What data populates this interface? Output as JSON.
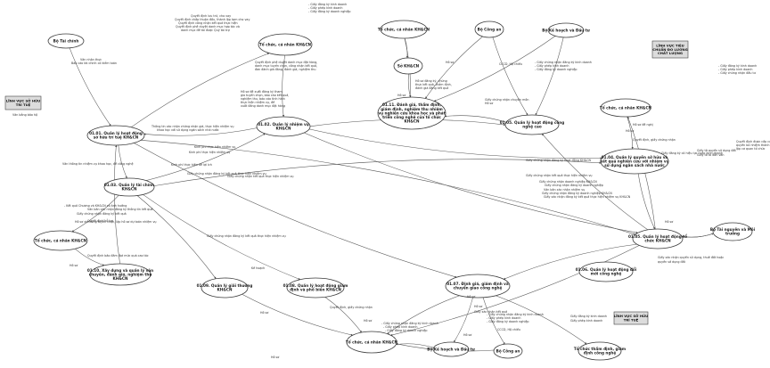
{
  "nodes": [
    {
      "id": "n1",
      "text": [
        "Bộ Tài chính"
      ]
    },
    {
      "id": "n2",
      "text": [
        "Tổ chức, cá nhân KH&CN"
      ]
    },
    {
      "id": "n3",
      "text": [
        "01.01. Quản lý hoạt động",
        "sở hữu trí tuệ KH&CN"
      ]
    },
    {
      "id": "n4",
      "text": [
        "01.02. Quản lý nhiệm vụ",
        "KH&CN"
      ]
    },
    {
      "id": "n5",
      "text": [
        "01.03. Quản lý tài chính",
        "KH&CN"
      ]
    },
    {
      "id": "n6",
      "text": [
        "Tổ chức, cá nhân KH&CN"
      ]
    },
    {
      "id": "n7",
      "text": [
        "01.10. Xây dựng và quản lý văn",
        "chuyên, đánh giá, nghiệm thu",
        "KH&CN"
      ]
    },
    {
      "id": "n8",
      "text": [
        "Tổ chức, cá nhân KH&CN"
      ]
    },
    {
      "id": "n9",
      "text": [
        "Sở KH&CN"
      ]
    },
    {
      "id": "n10",
      "text": [
        "01.11. Đánh giá, thẩm định,",
        "giám định, nghiệm thu nhiệm",
        "vụ nghiên cứu khoa học và phát",
        "triển công nghệ của tổ chức",
        "KH&CN"
      ]
    },
    {
      "id": "n11",
      "text": [
        "Bộ Công an"
      ]
    },
    {
      "id": "n12",
      "text": [
        "Bộ Kế hoạch và Đầu tư"
      ]
    },
    {
      "id": "n13",
      "text": [
        "01.05. Quản lý hoạt động công",
        "nghệ cao"
      ]
    },
    {
      "id": "n14",
      "text": [
        "Tổ chức, cá nhân KH&CN"
      ]
    },
    {
      "id": "n15",
      "text": [
        "01.04. Quản lý quyền sở hữu và",
        "kết quả nghiên cứu với nhiệm vụ",
        "sử dụng ngân sách nhà nước"
      ]
    },
    {
      "id": "n16",
      "text": [
        "01.05. Quản lý hoạt động tổ",
        "chức KH&CN"
      ]
    },
    {
      "id": "n17",
      "text": [
        "Bộ Tài nguyên và Môi",
        "trường"
      ]
    },
    {
      "id": "n18",
      "text": [
        "01.06. Quản lý hoạt động đổi",
        "mới công nghệ"
      ]
    },
    {
      "id": "n19",
      "text": [
        "01.09. Quản lý giải thưởng",
        "KH&CN"
      ]
    },
    {
      "id": "n20",
      "text": [
        "01.08. Quản lý hoạt động giám",
        "định và phổ biến KH&CN"
      ]
    },
    {
      "id": "n21",
      "text": [
        "01.07. Định giá, giám định và",
        "chuyển giao công nghệ"
      ]
    },
    {
      "id": "n22",
      "text": [
        "Tổ chức, cá nhân KH&CN"
      ]
    },
    {
      "id": "n23",
      "text": [
        "Bộ Kế hoạch và Đầu tư"
      ]
    },
    {
      "id": "n24",
      "text": [
        "Bộ Công an"
      ]
    },
    {
      "id": "n25",
      "text": [
        "Tổ chức thẩm định, giám",
        "định công nghệ"
      ]
    }
  ],
  "boxes": [
    {
      "id": "b1",
      "text": [
        "LĨNH VỰC SỞ HỮU",
        "TRÍ TUỆ"
      ]
    },
    {
      "id": "b2",
      "text": [
        "LĨNH VỰC TIÊU",
        "CHUẨN ĐO LƯỜNG",
        "CHẤT LƯỢNG"
      ]
    },
    {
      "id": "b3",
      "text": [
        "LĨNH VỰC SỞ HỮU",
        "TRÍ TUỆ"
      ]
    }
  ],
  "labels": [
    {
      "id": "l1",
      "text": "- Giấy đăng ký kinh doanh"
    },
    {
      "id": "l2",
      "text": "- Giấy phép kinh doanh"
    },
    {
      "id": "l3",
      "text": "- Giấy đăng ký doanh nghiệp"
    },
    {
      "id": "l4",
      "text": "Quyết định lưu trữ, cho vay"
    },
    {
      "id": "l5",
      "text": "Quyết định chấp thuận đầu, thành lập tạm cho vay"
    },
    {
      "id": "l6",
      "text": "Quyết định công nhận kết quả thực hiện"
    },
    {
      "id": "l7",
      "text": "Quyết định phê duyệt danh mục hợp tác và"
    },
    {
      "id": "l8",
      "text": "danh mục đề tài được Quỹ tài trợ"
    },
    {
      "id": "l9",
      "text": "Văn nhận thực"
    },
    {
      "id": "l10",
      "text": "Báo cáo tài chính có kiểm toán"
    },
    {
      "id": "l11",
      "text": "Văn bằng bảo hộ"
    },
    {
      "id": "l12",
      "text": "Quyết định phê duyệt danh mục đặt hàng,"
    },
    {
      "id": "l13",
      "text": "danh mục tuyển chọn, công nhận kết quả,"
    },
    {
      "id": "l14",
      "text": "đơn đánh giá đăng, đánh giá, nghiệm thu"
    },
    {
      "id": "l15",
      "text": "Hồ sơ đề xuất đăng ký tham"
    },
    {
      "id": "l16",
      "text": "gia tuyển chọn, báo cáo kết quả,"
    },
    {
      "id": "l17",
      "text": "nghiệm thu, báo cáo tình hình"
    },
    {
      "id": "l18",
      "text": "thực hiện nhiệm vụ, đề"
    },
    {
      "id": "l19",
      "text": "xuất đăng danh mục đặt hàng"
    },
    {
      "id": "l20",
      "text": "Thông tin xác nhận chứng nhận giá, thực hiện nhiệm vụ"
    },
    {
      "id": "l21",
      "text": "khoa học với sử dụng ngân sách nhà nước"
    },
    {
      "id": "l22",
      "text": "Kinh phí thực hiện nhiệm vụ"
    },
    {
      "id": "l23",
      "text": "Kinh phí thực hiện nhiệm vụ"
    },
    {
      "id": "l24",
      "text": "Văn thông tin nhiệm vụ khoa học, đề công nghệ"
    },
    {
      "id": "l25",
      "text": "Kinh phí thực hiện đề lợi ích"
    },
    {
      "id": "l26",
      "text": "- Kết quả Chương và KH&CN có ảnh hưởng"
    },
    {
      "id": "l27",
      "text": "Giấy chứng nhận đăng ký kết quả thực hiện nhiệm vụ"
    },
    {
      "id": "l28",
      "text": "Giấy chứng nhận đăng ký kết quả thực hiện nhiệm vụ"
    },
    {
      "id": "l29",
      "text": "Kế hoạch"
    },
    {
      "id": "l30",
      "text": "Văn bản xác nhận đăng ký thông tin kết quả"
    },
    {
      "id": "l31",
      "text": "Giấy chứng nhận đăng ký kết quả"
    },
    {
      "id": "l32",
      "text": "Quyết định hỗ trợ"
    },
    {
      "id": "l33",
      "text": "Quyết định bảo đảm đạt mức quá cao tác"
    },
    {
      "id": "l34",
      "text": "Hồ sơ"
    },
    {
      "id": "l35",
      "text": "Giấy chứng nhận kết quả thực hiện nhiệm vụ"
    },
    {
      "id": "l36",
      "text": "Hồ sơ xin dùng tuyển chọn, lập hồ sơ dự toán nhiệm vụ"
    },
    {
      "id": "l37",
      "text": "Hồ sơ"
    },
    {
      "id": "l38",
      "text": "Hồ sơ đăng ký, chứng"
    },
    {
      "id": "l39",
      "text": "thực kết quả, thẩm định,"
    },
    {
      "id": "l40",
      "text": "đánh giá đăng kết quả"
    },
    {
      "id": "l41",
      "text": "Hồ sơ"
    },
    {
      "id": "l42",
      "text": "CCCD, Hộ chiếu"
    },
    {
      "id": "l43",
      "text": "- Giấy chứng nhận đăng ký kinh doanh"
    },
    {
      "id": "l44",
      "text": "- Giấy phép kinh doanh"
    },
    {
      "id": "l45",
      "text": "- Giấy đăng ký doanh nghiệp"
    },
    {
      "id": "l46",
      "text": "Giấy chứng nhận chuyên môn"
    },
    {
      "id": "l47",
      "text": "Hồ sơ"
    },
    {
      "id": "l48",
      "text": "Giấy chứng nhận đăng ký hoạt động KH&CN"
    },
    {
      "id": "l49",
      "text": "Giấy chứng nhận kết quả thực hiện nhiệm vụ"
    },
    {
      "id": "l50",
      "text": "Giấy chứng nhận doanh nghiệp KH&CN"
    },
    {
      "id": "l51",
      "text": "Hồ sơ đề nghị"
    },
    {
      "id": "l52",
      "text": "Hồ sơ"
    },
    {
      "id": "l53",
      "text": "Quyết định, giấy chứng nhận"
    },
    {
      "id": "l54",
      "text": "- Giấy đăng ký kinh doanh"
    },
    {
      "id": "l55",
      "text": "- Giấy phép kinh doanh"
    },
    {
      "id": "l56",
      "text": "- Giấy chứng nhận đầu tư"
    },
    {
      "id": "l57",
      "text": "Giấy đăng ký có hiệu lực hoặc kinh doanh"
    },
    {
      "id": "l58",
      "text": "Quyết định được cấp có thẩm"
    },
    {
      "id": "l59",
      "text": "quyền bổ nhiệm thành"
    },
    {
      "id": "l60",
      "text": "lập cơ quan tổ chức"
    },
    {
      "id": "l61",
      "text": "Giấy tờ quyền sử dụng đất"
    },
    {
      "id": "l62",
      "text": "Giấy tờ tổ đơn văn"
    },
    {
      "id": "l63",
      "text": "Giấy xác nhận quyền sử dụng, thuê đất hoặc"
    },
    {
      "id": "l64",
      "text": "quyền sở dụng đất"
    },
    {
      "id": "l65",
      "text": "Hồ sơ"
    },
    {
      "id": "l66",
      "text": "Văn bản xác nhận nhiệm vụ"
    },
    {
      "id": "l67",
      "text": "Giấy chứng nhận đăng ký doanh nghiệp"
    },
    {
      "id": "l68",
      "text": "Giấy chứng nhận đăng ký doanh nghiệp KH&CN"
    },
    {
      "id": "l69",
      "text": "Giấy xác nhận đăng ký kết quả thực hiện nhiệm vụ KH&CN"
    },
    {
      "id": "l70",
      "text": "Hồ sơ"
    },
    {
      "id": "l71",
      "text": "Giấy xác nhận kết quả"
    },
    {
      "id": "l72",
      "text": "- Giấy chứng nhận đăng ký kinh doanh"
    },
    {
      "id": "l73",
      "text": "- Giấy phép kinh doanh"
    },
    {
      "id": "l74",
      "text": "- Giấy đăng ký doanh nghiệp"
    },
    {
      "id": "l75",
      "text": "Hồ sơ"
    },
    {
      "id": "l76",
      "text": "CCCD, Hộ chiếu"
    },
    {
      "id": "l77",
      "text": "Hồ sơ"
    },
    {
      "id": "l78",
      "text": "- Giấy chứng nhận đăng ký kinh doanh"
    },
    {
      "id": "l79",
      "text": "- Giấy phép kinh doanh"
    },
    {
      "id": "l80",
      "text": "- Giấy đăng ký doanh nghiệp"
    },
    {
      "id": "l81",
      "text": "Hồ sơ"
    },
    {
      "id": "l82",
      "text": "Quyết định, giấy chứng nhận"
    },
    {
      "id": "l83",
      "text": "Hồ sơ"
    },
    {
      "id": "l84",
      "text": "Hồ sơ"
    },
    {
      "id": "l85",
      "text": "Giấy đăng ký kinh doanh"
    },
    {
      "id": "l86",
      "text": "Giấy phép kinh doanh"
    }
  ]
}
